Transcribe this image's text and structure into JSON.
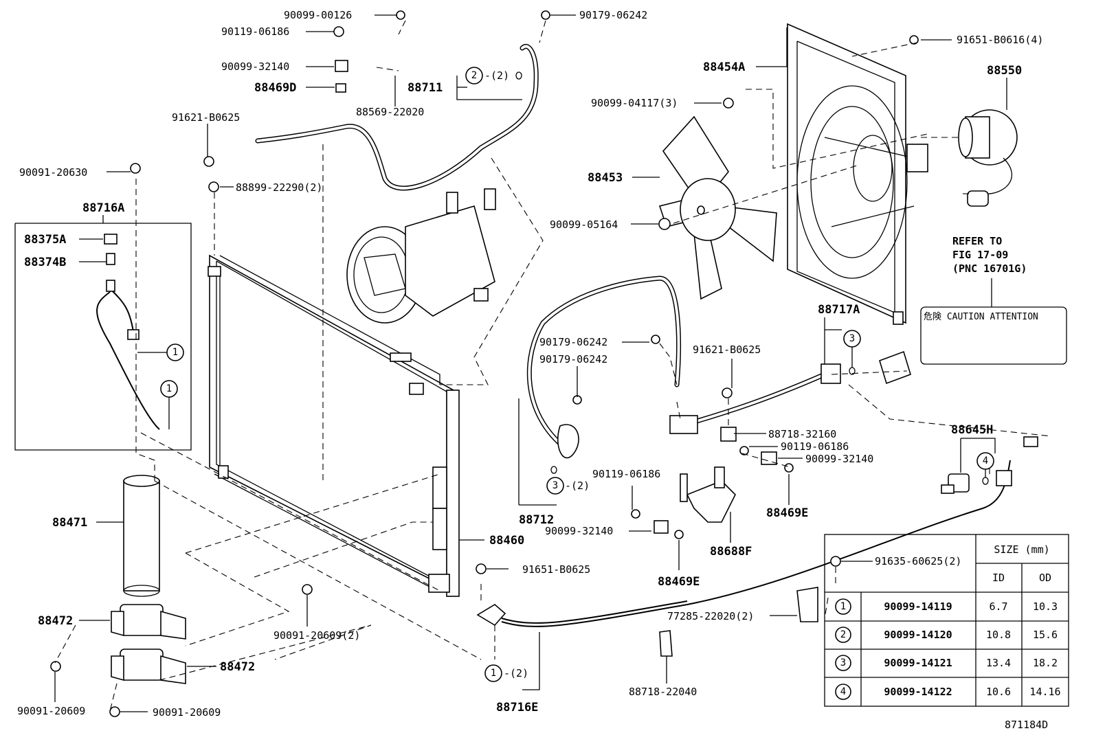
{
  "labels": {
    "p90099_00126": "90099-00126",
    "p90179_06242_top": "90179-06242",
    "p90119_06186_top": "90119-06186",
    "p90099_32140_top": "90099-32140",
    "p88469D": "88469D",
    "p88569_22020": "88569-22020",
    "p88711": "88711",
    "p91621_B0625_left": "91621-B0625",
    "p90091_20630": "90091-20630",
    "p88899_22290": "88899-22290(2)",
    "p88716A": "88716A",
    "p88375A": "88375A",
    "p88374B": "88374B",
    "p88471": "88471",
    "p88472_upper": "88472",
    "p88472_lower": "88472",
    "p90091_20609_a": "90091-20609",
    "p90091_20609_b": "90091-20609",
    "p90091_20609_2": "90091-20609(2)",
    "p88460": "88460",
    "p91651_B0625": "91651-B0625",
    "p88716E": "88716E",
    "p88712": "88712",
    "p90179_06242_m1": "90179-06242",
    "p90179_06242_m2": "90179-06242",
    "p88454A": "88454A",
    "p91651_B0616": "91651-B0616(4)",
    "p88550": "88550",
    "p90099_04117": "90099-04117(3)",
    "p88453": "88453",
    "p90099_05164": "90099-05164",
    "p88717A": "88717A",
    "p91621_B0625_right": "91621-B0625",
    "p88718_32160": "88718-32160",
    "p90119_06186_r": "90119-06186",
    "p90099_32140_r": "90099-32140",
    "p90119_06186_m": "90119-06186",
    "p90099_32140_m": "90099-32140",
    "p88469E_r": "88469E",
    "p88469E_m": "88469E",
    "p88688F": "88688F",
    "p88645H": "88645H",
    "p91635_60625": "91635-60625(2)",
    "p77285_22020": "77285-22020(2)",
    "p88718_22040": "88718-22040",
    "qty2": "(2)",
    "fig_code": "871184D"
  },
  "callouts": {
    "c1": "1",
    "c2": "2",
    "c3": "3",
    "c4": "4"
  },
  "refer_note": {
    "line1": "REFER TO",
    "line2": "FIG 17-09",
    "line3": "(PNC 16701G)"
  },
  "caution_label": "危険 CAUTION  ATTENTION",
  "size_table": {
    "header": "SIZE (mm)",
    "col_id": "ID",
    "col_od": "OD",
    "rows": [
      {
        "ref": "1",
        "part": "90099-14119",
        "id": "6.7",
        "od": "10.3"
      },
      {
        "ref": "2",
        "part": "90099-14120",
        "id": "10.8",
        "od": "15.6"
      },
      {
        "ref": "3",
        "part": "90099-14121",
        "id": "13.4",
        "od": "18.2"
      },
      {
        "ref": "4",
        "part": "90099-14122",
        "id": "10.6",
        "od": "14.16"
      }
    ]
  }
}
